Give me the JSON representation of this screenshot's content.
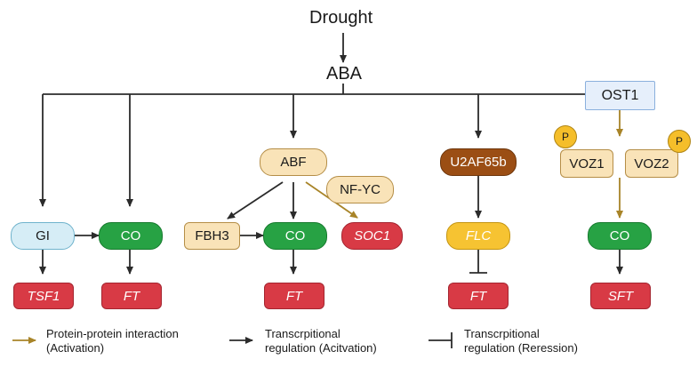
{
  "title": {
    "stimulus": "Drought",
    "hormone": "ABA"
  },
  "nodes": {
    "ost1": "OST1",
    "gi": "GI",
    "co_left": "CO",
    "tsf1": "TSF1",
    "ft_left": "FT",
    "abf": "ABF",
    "nfyc": "NF-YC",
    "fbh3": "FBH3",
    "co_mid": "CO",
    "soc1": "SOC1",
    "ft_mid": "FT",
    "u2af65b": "U2AF65b",
    "flc": "FLC",
    "ft_right": "FT",
    "voz1": "VOZ1",
    "voz2": "VOZ2",
    "p1": "P",
    "p2": "P",
    "co_right": "CO",
    "sft": "SFT"
  },
  "legend": {
    "ppi_line1": "Protein-protein interaction",
    "ppi_line2": "(Activation)",
    "act_line1": "Transcrpitional",
    "act_line2": "regulation (Acitvation)",
    "rep_line1": "Transcrpitional",
    "rep_line2": "regulation (Reression)"
  },
  "colors": {
    "black_arrow": "#2b2b2b",
    "gold_arrow": "#a88428",
    "green_node": "#27a244",
    "red_node": "#d83a45",
    "beige_node": "#f9e3b8",
    "brown_node": "#9b4e14",
    "yellow_node": "#f6c332"
  }
}
